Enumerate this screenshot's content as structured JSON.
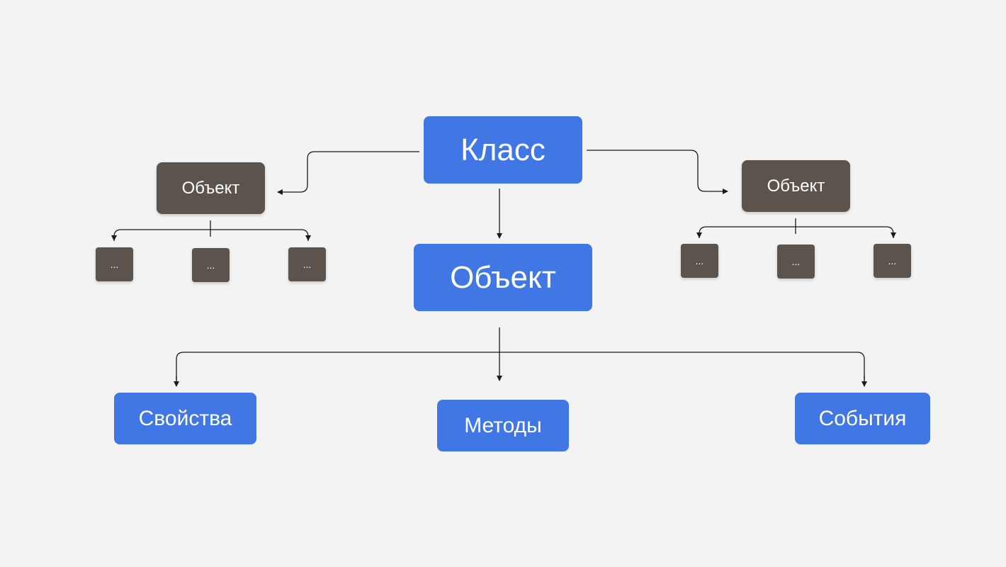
{
  "nodes": {
    "class": "Класс",
    "object_main": "Объект",
    "object_left": "Объект",
    "object_right": "Объект",
    "properties": "Свойства",
    "methods": "Методы",
    "events": "События",
    "left_children": [
      "...",
      "...",
      "..."
    ],
    "right_children": [
      "...",
      "...",
      "..."
    ]
  },
  "colors": {
    "background": "#f3f3f3",
    "primary_node": "#4077e5",
    "secondary_node": "#5c534d",
    "connector": "#1a1a1a",
    "text": "#ffffff"
  }
}
